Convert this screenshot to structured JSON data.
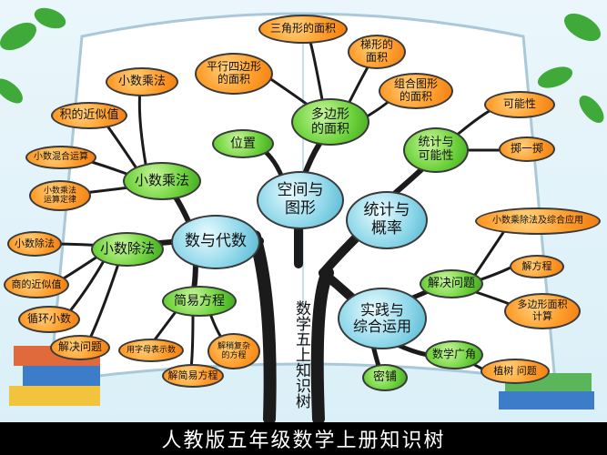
{
  "footer_title": "人教版五年级数学上册知识树",
  "trunk_label": "数学五上知识树",
  "colors": {
    "orange": "#ff9d2b",
    "green": "#6fd33d",
    "teal": "#8fd8ea",
    "branch": "#1b1b1b"
  },
  "nodes": {
    "kongjian": "空间与\n图形",
    "shuyu": "数与代数",
    "tongji": "统计与\n概率",
    "shijian": "实践与\n综合运用",
    "xiaoshuchengfa": "小数乘法",
    "xiaoshuchufa": "小数除法",
    "jianyifangcheng": "简易方程",
    "weizhi": "位置",
    "duobianxing": "多边形\n的面积",
    "tongjikeneng": "统计与\n可能性",
    "jiejue_wenti_right": "解决问题",
    "shuxue_guangjiao": "数学广角",
    "mipu": "密铺",
    "cheng_a": "小数乘法",
    "cheng_b": "积的近似值",
    "cheng_c": "小数混合运算",
    "cheng_d": "小数乘法\n运算定律",
    "chu_a": "小数除法",
    "chu_b": "商的近似值",
    "chu_c": "循环小数",
    "chu_d": "解决问题",
    "fang_a": "用字母表示数",
    "fang_b": "解简易方程",
    "fang_c": "解稍复杂\n的方程",
    "poly_a": "三角形的面积",
    "poly_b": "平行四边形\n的面积",
    "poly_c": "梯形的\n面积",
    "poly_d": "组合图形\n的面积",
    "keneng": "可能性",
    "zhiyizhi": "掷一掷",
    "jj_a": "小数乘除法及综合应用",
    "jj_b": "解方程",
    "jj_c": "多边形面积\n计算",
    "zhishu": "植树 问题"
  }
}
